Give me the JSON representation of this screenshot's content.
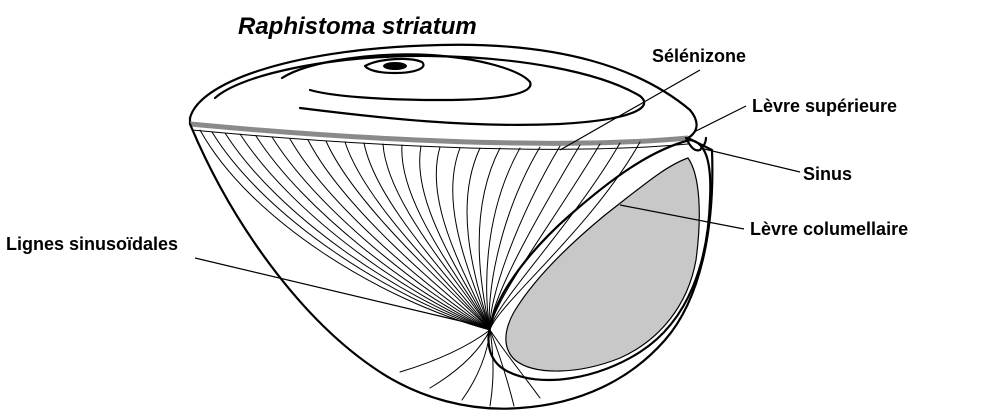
{
  "title": "Raphistoma striatum",
  "labels": {
    "selenizone": "Sélénizone",
    "levre_superieure": "Lèvre supérieure",
    "sinus": "Sinus",
    "levre_columellaire": "Lèvre columellaire",
    "lignes_sinusoidales": "Lignes sinusoïdales"
  },
  "colors": {
    "aperture_fill": "#c8c8c8",
    "selenizone_band": "#8a8a8a",
    "line": "#000000"
  }
}
